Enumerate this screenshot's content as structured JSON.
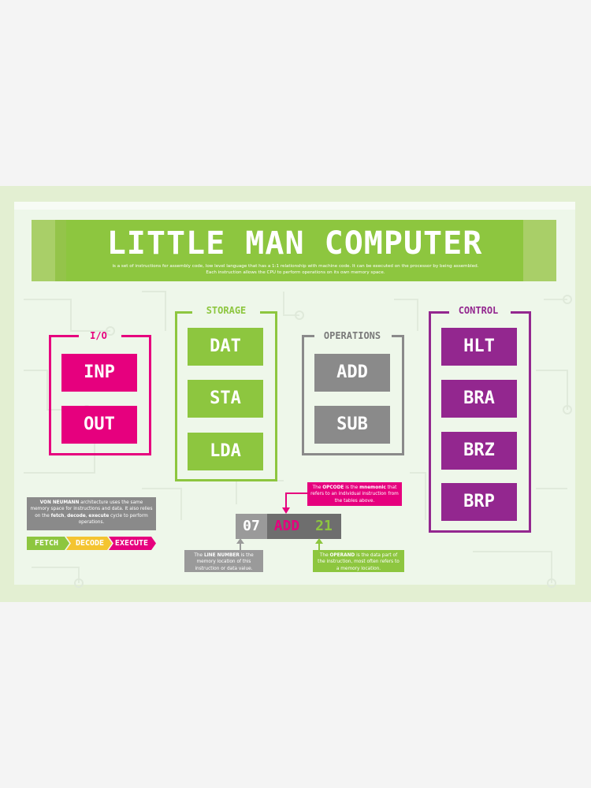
{
  "title": "LITTLE MAN COMPUTER",
  "subtitle": "is a set of instructions for assembly code, low level language that has a 1:1 relationship with machine code. It can be executed on the processor by being assembled. Each instruction allows the CPU to perform operations on its own memory space.",
  "colors": {
    "green": "#8dc63f",
    "magenta": "#e6007e",
    "purple": "#93278f",
    "gray": "#8a8a8a",
    "yellow": "#f4c430"
  },
  "groups": {
    "io": {
      "label": "I/O",
      "items": [
        "INP",
        "OUT"
      ]
    },
    "storage": {
      "label": "STORAGE",
      "items": [
        "DAT",
        "STA",
        "LDA"
      ]
    },
    "operations": {
      "label": "OPERATIONS",
      "items": [
        "ADD",
        "SUB"
      ]
    },
    "control": {
      "label": "CONTROL",
      "items": [
        "HLT",
        "BRA",
        "BRZ",
        "BRP"
      ]
    }
  },
  "von_neumann": {
    "lead": "VON NEUMANN",
    "text1": " architecture uses the same memory space for instructions and data. It also relies on the ",
    "fetch": "fetch",
    "sep1": ", ",
    "decode": "decode",
    "sep2": ", ",
    "execute": "execute",
    "text2": " cycle to perform operations."
  },
  "cycle": [
    "FETCH",
    "DECODE",
    "EXECUTE"
  ],
  "instruction": {
    "line": "07",
    "opcode": "ADD",
    "operand": "21"
  },
  "notes": {
    "opcode": {
      "pre": "The ",
      "key": "OPCODE",
      "mid": " is the ",
      "key2": "mnemonic",
      "post": " that refers to an individual instruction from the tables above."
    },
    "line": {
      "pre": "The ",
      "key": "LINE NUMBER",
      "post": " is the memory location of this instruction or data value."
    },
    "operand": {
      "pre": "The ",
      "key": "OPERAND",
      "post": " is the data part of the instruction, most often refers to a memory location."
    }
  }
}
